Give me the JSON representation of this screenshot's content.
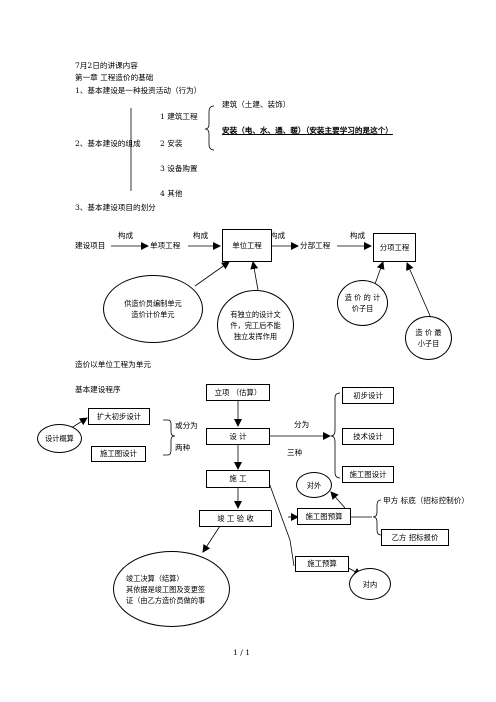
{
  "header": {
    "date_line": "7月2日的讲课内容",
    "chapter": "第一章  工程造价的基础",
    "item1": "1、基本建设是一种投资活动（行为）",
    "item2": "2、基本建设的组成",
    "item3": "3、基本建设项目的划分"
  },
  "composition": {
    "a_building": "1  建筑工程",
    "a_detail": "建筑（土建、装饰）",
    "a_install_note": "安装（电、水、通、暖）（安装主要学习的是这个）",
    "b": "2  安装",
    "c": "3  设备购置",
    "d": "4  其他"
  },
  "hierarchy": {
    "project": "建设项目",
    "single": "单项工程",
    "unit": "单位工程",
    "sub": "分部工程",
    "item": "分项工程",
    "compose": "构成",
    "bubble_unit_price": "供造价员编制单元\n造价计价单元",
    "bubble_independent": "有独立的设计文\n件，完工后不能\n独立发挥作用",
    "bubble_subitem": "造 价 的 计\n价子目",
    "bubble_smallest": "造 价 最\n小子目"
  },
  "unit_note": "造价以单位工程为单元",
  "process": {
    "title": "基本建设程序",
    "approval": "立项  （估算）",
    "design": "设        计",
    "construction": "施        工",
    "acceptance": "竣  工  验  收",
    "two_types": "或分为",
    "two_types_b": "两种",
    "three_types": "分为",
    "three_types_b": "三种",
    "expanded_design": "扩大初步设计",
    "cons_drawing_left": "施工图设计",
    "design_outline": "设计概算",
    "prelim": "初步设计",
    "technical": "技术设计",
    "cons_drawing_right": "施工图设计",
    "external": "对外",
    "cons_budget_drawing": "施工图预算",
    "party_a": "甲方  标底（招标控制价）",
    "party_b": "乙方  招标报价",
    "cons_budget": "施工预算",
    "internal": "对内",
    "final_settlement": "竣工决算（结算）\n其依据是竣工图及变更签\n证（由乙方造价员做的事"
  },
  "footer": {
    "page": "1  /  1"
  }
}
